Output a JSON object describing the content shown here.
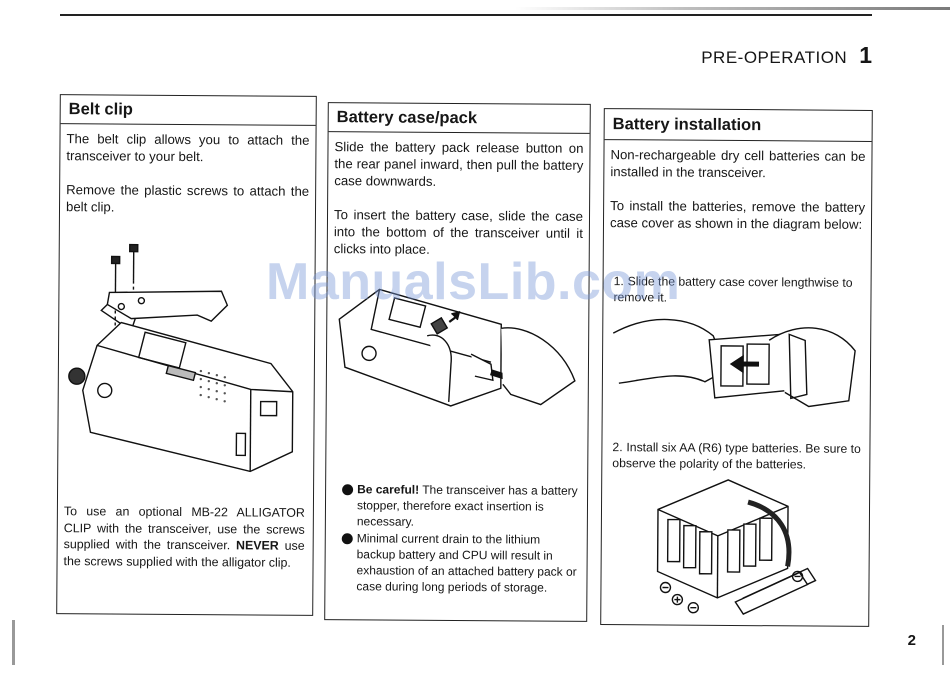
{
  "header": {
    "section": "PRE-OPERATION",
    "chapter": "1"
  },
  "belt_clip": {
    "title": "Belt clip",
    "para1": "The belt clip allows you to attach the transceiver to your belt.",
    "para2": "Remove the plastic screws to attach the belt clip.",
    "note_a": "To use an optional MB-22 ALLIGATOR CLIP with the transceiver, use the screws supplied with the transceiver.",
    "note_b_strong": "NEVER",
    "note_b": " use the screws supplied with the alligator clip."
  },
  "battery_case": {
    "title": "Battery case/pack",
    "para1": "Slide the battery pack release button on the rear panel inward, then pull the battery case downwards.",
    "para2": "To insert the battery case, slide the case into the bottom of the transceiver until it clicks into place.",
    "caution1_strong": "Be careful!",
    "caution1": " The transceiver has a battery stopper, therefore exact insertion is necessary.",
    "caution2": "Minimal current drain to the lithium backup battery and CPU will result in exhaustion of an attached battery pack or case during long periods of storage."
  },
  "battery_install": {
    "title": "Battery installation",
    "para1": "Non-rechargeable dry cell batteries can be installed in the transceiver.",
    "para2": "To install the batteries, remove the battery case cover as shown in the diagram below:",
    "step1_num": "1.",
    "step1": "Slide the battery case cover lengthwise to remove it.",
    "step2_num": "2.",
    "step2": "Install six AA (R6) type batteries. Be sure to observe the polarity of the batteries."
  },
  "watermark": "ManualsLib.com",
  "page_number": "2"
}
